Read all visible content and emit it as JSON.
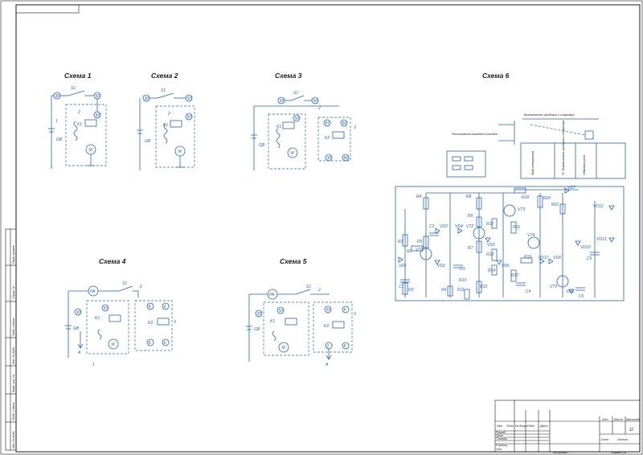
{
  "schemes": [
    {
      "title": "Схема 1"
    },
    {
      "title": "Схема 2"
    },
    {
      "title": "Схема 3"
    },
    {
      "title": "Схема 4"
    },
    {
      "title": "Схема 5"
    },
    {
      "title": "Схема 6"
    }
  ],
  "labels": {
    "s1": "S1",
    "k1": "K1",
    "k2": "K2",
    "m": "M",
    "gb": "GB",
    "pa": "PA",
    "n1": "1",
    "n2": "2",
    "n3": "3",
    "t30": "30",
    "t50": "50",
    "t86": "86",
    "t87": "87",
    "a": "A",
    "b": "Б",
    "k": "К"
  },
  "scheme6": {
    "connector_caption": "Расположение выводов в колодке",
    "switch_caption": "Выключатель приборов и стартера",
    "block_cols": [
      "Фаза генератора",
      "\"К\" Выключатель приборов и стартера",
      "Обмотка реле"
    ],
    "components": [
      "R1",
      "R2",
      "R3",
      "R4",
      "R5",
      "R6",
      "R7",
      "R8",
      "R9",
      "R10",
      "R11",
      "R12",
      "R13",
      "R14",
      "R15",
      "R16",
      "R17",
      "R18",
      "R19",
      "R20",
      "R21",
      "VT1",
      "VT2",
      "VT3",
      "VT4",
      "VT5",
      "VD1",
      "VD2",
      "VD3",
      "VD4",
      "VD5",
      "VD6",
      "VD7",
      "VD8",
      "VD9",
      "VD10",
      "VD11",
      "VD12",
      "VD13",
      "C1",
      "C2",
      "C3",
      "C4",
      "C5",
      "C6"
    ]
  },
  "title_block": {
    "sheet": "11",
    "row_headers": [
      "Изм",
      "Лист",
      "№ докум.",
      "Подп.",
      "Дата"
    ],
    "roles": [
      "Разраб.",
      "Пров.",
      "Т.контр.",
      "Н.контр.",
      "Утв."
    ],
    "col_headers": [
      "Лит",
      "Масса",
      "Масштаб"
    ],
    "sheet_label": "Лист",
    "sheets_label": "Листов",
    "copied": "Копировал",
    "format": "Формат А1"
  },
  "side_stamps": [
    "Перв. примен.",
    "Справ. №",
    "Подп. и дата",
    "Инв. № дубл.",
    "Взам. инв. №",
    "Подп. и дата",
    "Инв. № подл."
  ]
}
